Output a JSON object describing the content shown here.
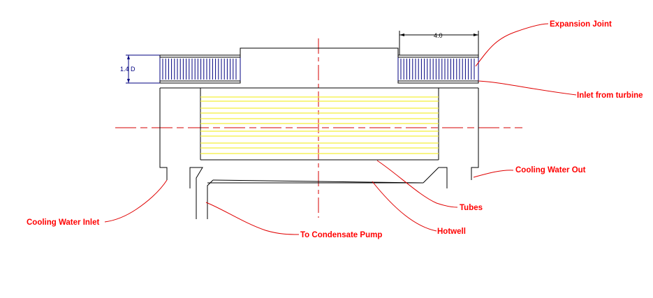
{
  "labels": {
    "expansion_joint": "Expansion Joint",
    "inlet_from_turbine": "Inlet from turbine",
    "cooling_water_out": "Cooling Water Out",
    "tubes": "Tubes",
    "cooling_water_inlet": "Cooling Water Inlet",
    "to_condensate_pump": "To Condensate Pump",
    "hotwell": "Hotwell"
  },
  "dimensions": {
    "width": "4.0",
    "height": "1.4 D"
  },
  "colors": {
    "label": "#ff0000",
    "tubes": "#f4ef3a",
    "centerline": "#d40000",
    "dimension": "#000080"
  }
}
